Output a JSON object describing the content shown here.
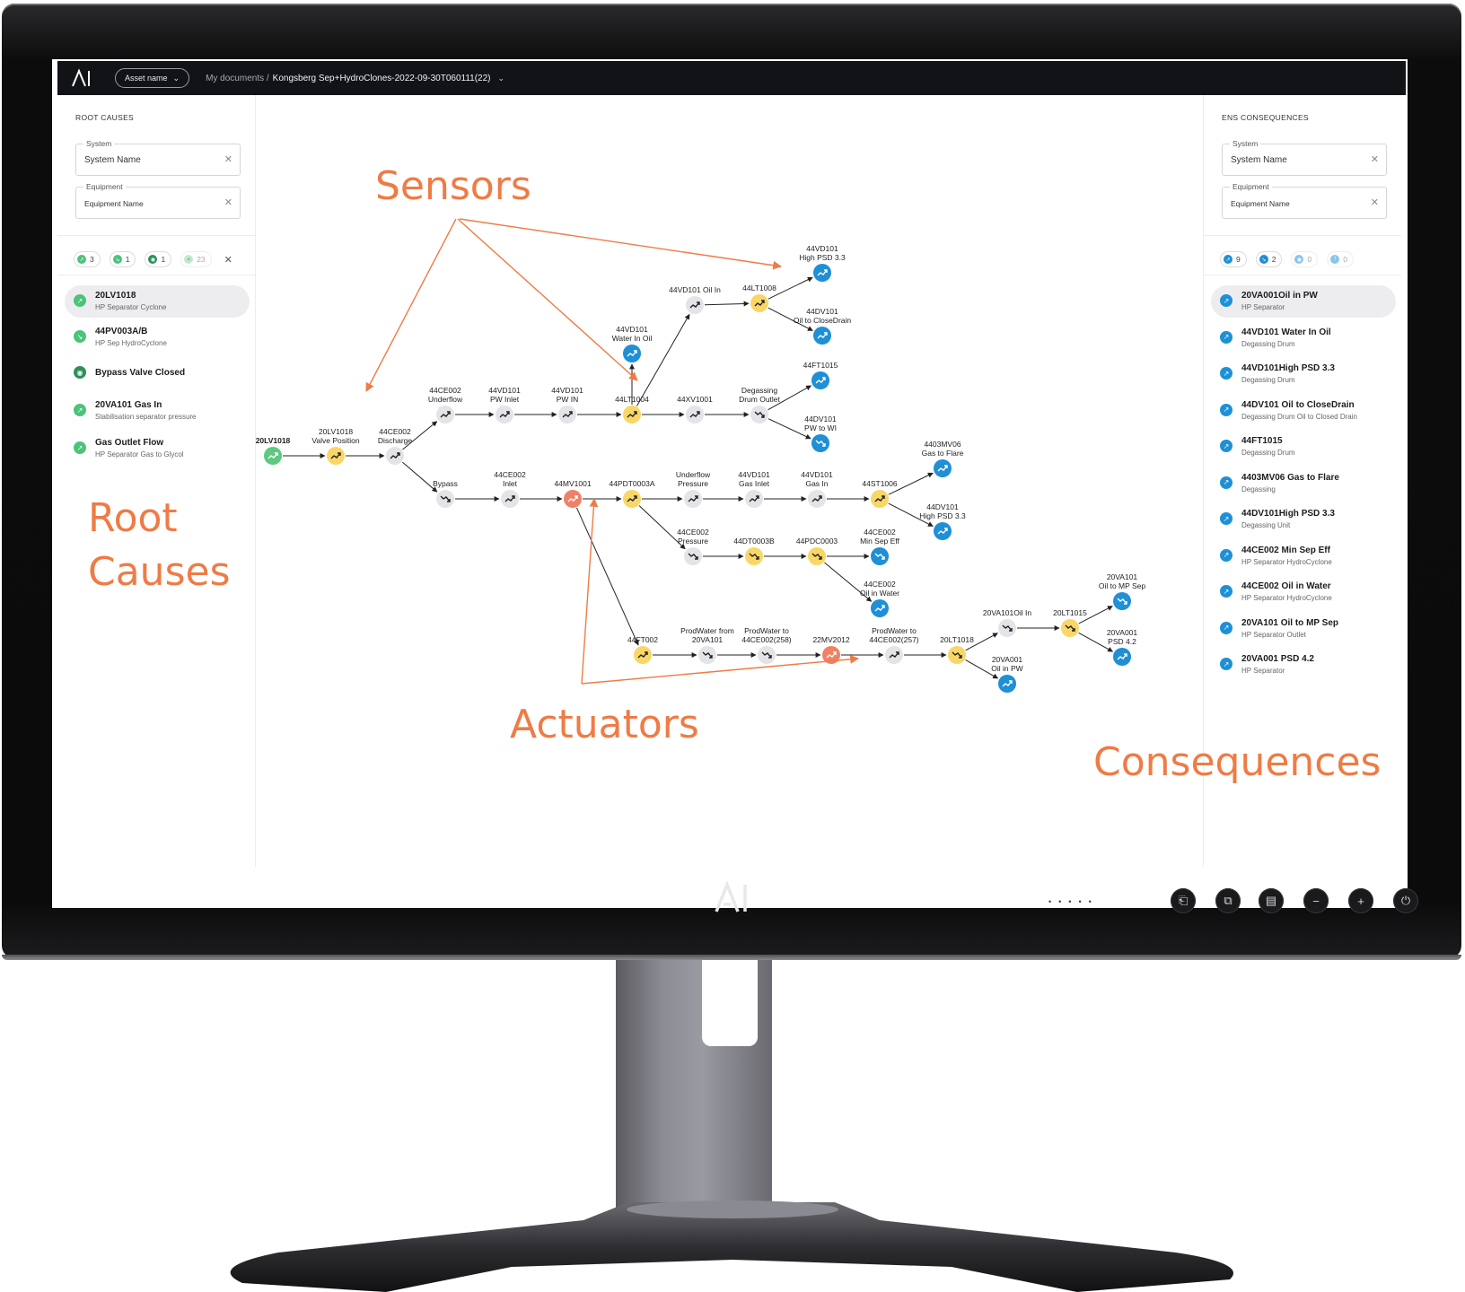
{
  "app": {
    "logo_text": "AI",
    "asset_button": "Asset name",
    "breadcrumb_root": "My documents /",
    "breadcrumb_doc": "Kongsberg Sep+HydroClones-2022-09-30T060111(22)"
  },
  "left_panel": {
    "title": "ROOT CAUSES",
    "system_label": "System",
    "system_value": "System Name",
    "equipment_label": "Equipment",
    "equipment_value": "Equipment Name",
    "chips": [
      {
        "icon": "trend-up-icon",
        "color": "#4cc37a",
        "count": "3"
      },
      {
        "icon": "trend-down-icon",
        "color": "#4cc37a",
        "count": "1"
      },
      {
        "icon": "target-icon",
        "color": "#2f8f5a",
        "count": "1"
      },
      {
        "icon": "close-icon",
        "color": "#a9dcb9",
        "count": "23"
      }
    ],
    "items": [
      {
        "title": "20LV1018",
        "subtitle": "HP Separator Cyclone",
        "icon": "trend-up-icon"
      },
      {
        "title": "44PV003A/B",
        "subtitle": "HP Sep HydroCyclone",
        "icon": "trend-down-icon"
      },
      {
        "title": "Bypass Valve Closed",
        "subtitle": "",
        "icon": "target-icon"
      },
      {
        "title": "20VA101 Gas In",
        "subtitle": "Stabilisation separator pressure",
        "icon": "trend-up-icon"
      },
      {
        "title": "Gas Outlet Flow",
        "subtitle": "HP Separator  Gas to Glycol",
        "icon": "trend-up-icon"
      }
    ]
  },
  "right_panel": {
    "title": "ENS CONSEQUENCES",
    "system_label": "System",
    "system_value": "System Name",
    "equipment_label": "Equipment",
    "equipment_value": "Equipment Name",
    "chips": [
      {
        "icon": "trend-up-icon",
        "color": "#1e90d6",
        "count": "9"
      },
      {
        "icon": "trend-down-icon",
        "color": "#1e90d6",
        "count": "2"
      },
      {
        "icon": "target-icon",
        "color": "#8cc4ea",
        "count": "0"
      },
      {
        "icon": "alert-icon",
        "color": "#8cc4ea",
        "count": "0"
      }
    ],
    "items": [
      {
        "title": "20VA001Oil in PW",
        "subtitle": "HP Separator"
      },
      {
        "title": "44VD101 Water In Oil",
        "subtitle": "Degassing Drum"
      },
      {
        "title": "44VD101High PSD 3.3",
        "subtitle": "Degassing Drum"
      },
      {
        "title": "44DV101 Oil to CloseDrain",
        "subtitle": "Degassing Drum Oil to Closed Drain"
      },
      {
        "title": "44FT1015",
        "subtitle": "Degassing Drum"
      },
      {
        "title": "4403MV06 Gas to Flare",
        "subtitle": "Degassing"
      },
      {
        "title": "44DV101High PSD 3.3",
        "subtitle": "Degassing Unit"
      },
      {
        "title": "44CE002 Min Sep Eff",
        "subtitle": "HP Separator HydroCyclone"
      },
      {
        "title": "44CE002 Oil in Water",
        "subtitle": "HP Separator HydroCyclone"
      },
      {
        "title": "20VA101 Oil to MP Sep",
        "subtitle": "HP Separator Outlet"
      },
      {
        "title": "20VA001 PSD 4.2",
        "subtitle": "HP Separator"
      }
    ]
  },
  "annotations": {
    "sensors": "Sensors",
    "root_causes_line1": "Root",
    "root_causes_line2": "Causes",
    "actuators": "Actuators",
    "consequences": "Consequences"
  },
  "colors": {
    "root": "#5cc97f",
    "sensor": "#f8d768",
    "actuator": "#ef8266",
    "consequence": "#1f8fd6",
    "intermediate": "#e4e4e8",
    "annotation": "#ef7b45"
  },
  "graph": {
    "nodes": [
      {
        "id": "n1",
        "label": [
          "20LV1018"
        ],
        "type": "root",
        "trend": "up"
      },
      {
        "id": "n2",
        "label": [
          "20LV1018",
          "Valve Position"
        ],
        "type": "sensor",
        "trend": "up"
      },
      {
        "id": "n3",
        "label": [
          "44CE002",
          "Discharge"
        ],
        "type": "intermediate",
        "trend": "up"
      },
      {
        "id": "n4",
        "label": [
          "44CE002",
          "Underflow"
        ],
        "type": "intermediate",
        "trend": "up"
      },
      {
        "id": "n5",
        "label": [
          "44VD101",
          "PW Inlet"
        ],
        "type": "intermediate",
        "trend": "up"
      },
      {
        "id": "n6",
        "label": [
          "44VD101",
          "PW IN"
        ],
        "type": "intermediate",
        "trend": "up"
      },
      {
        "id": "n7",
        "label": [
          "44LT1004"
        ],
        "type": "sensor",
        "trend": "up"
      },
      {
        "id": "n8",
        "label": [
          "44VD101",
          "Water In Oil"
        ],
        "type": "consequence",
        "trend": "up"
      },
      {
        "id": "n9",
        "label": [
          "44VD101 Oil In"
        ],
        "type": "intermediate",
        "trend": "up"
      },
      {
        "id": "n10",
        "label": [
          "44LT1008"
        ],
        "type": "sensor",
        "trend": "up"
      },
      {
        "id": "n11",
        "label": [
          "44VD101",
          "High PSD 3.3"
        ],
        "type": "consequence",
        "trend": "up"
      },
      {
        "id": "n12",
        "label": [
          "44DV101",
          "Oil to CloseDrain"
        ],
        "type": "consequence",
        "trend": "up"
      },
      {
        "id": "n13",
        "label": [
          "44XV1001"
        ],
        "type": "intermediate",
        "trend": "up"
      },
      {
        "id": "n14",
        "label": [
          "Degassing",
          "Drum Outlet"
        ],
        "type": "intermediate",
        "trend": "down"
      },
      {
        "id": "n15",
        "label": [
          "44FT1015"
        ],
        "type": "consequence",
        "trend": "up"
      },
      {
        "id": "n16",
        "label": [
          "44DV101",
          "PW to WI"
        ],
        "type": "consequence",
        "trend": "down"
      },
      {
        "id": "n17",
        "label": [
          "Bypass"
        ],
        "type": "intermediate",
        "trend": "down"
      },
      {
        "id": "n18",
        "label": [
          "44CE002",
          "Inlet"
        ],
        "type": "intermediate",
        "trend": "up"
      },
      {
        "id": "n19",
        "label": [
          "44MV1001"
        ],
        "type": "actuator",
        "trend": "up"
      },
      {
        "id": "n20",
        "label": [
          "44PDT0003A"
        ],
        "type": "sensor",
        "trend": "up"
      },
      {
        "id": "n21",
        "label": [
          "Underflow",
          "Pressure"
        ],
        "type": "intermediate",
        "trend": "up"
      },
      {
        "id": "n22",
        "label": [
          "44VD101",
          "Gas Inlet"
        ],
        "type": "intermediate",
        "trend": "up"
      },
      {
        "id": "n23",
        "label": [
          "44VD101",
          "Gas In"
        ],
        "type": "intermediate",
        "trend": "up"
      },
      {
        "id": "n24",
        "label": [
          "44ST1006"
        ],
        "type": "sensor",
        "trend": "up"
      },
      {
        "id": "n25",
        "label": [
          "4403MV06",
          "Gas to Flare"
        ],
        "type": "consequence",
        "trend": "up"
      },
      {
        "id": "n26",
        "label": [
          "44DV101",
          "High PSD 3.3"
        ],
        "type": "consequence",
        "trend": "up"
      },
      {
        "id": "n27",
        "label": [
          "44CE002",
          "Pressure"
        ],
        "type": "intermediate",
        "trend": "down"
      },
      {
        "id": "n28",
        "label": [
          "44DT0003B"
        ],
        "type": "sensor",
        "trend": "down"
      },
      {
        "id": "n29",
        "label": [
          "44PDC0003"
        ],
        "type": "sensor",
        "trend": "down"
      },
      {
        "id": "n30",
        "label": [
          "44CE002",
          "Min Sep Eff"
        ],
        "type": "consequence",
        "trend": "down"
      },
      {
        "id": "n31",
        "label": [
          "44CE002",
          "Oil in Water"
        ],
        "type": "consequence",
        "trend": "up"
      },
      {
        "id": "n32",
        "label": [
          "44FT002"
        ],
        "type": "sensor",
        "trend": "up"
      },
      {
        "id": "n33",
        "label": [
          "ProdWater from",
          "20VA101"
        ],
        "type": "intermediate",
        "trend": "down"
      },
      {
        "id": "n34",
        "label": [
          "ProdWater to",
          "44CE002(258)"
        ],
        "type": "intermediate",
        "trend": "down"
      },
      {
        "id": "n35",
        "label": [
          "22MV2012"
        ],
        "type": "actuator",
        "trend": "up"
      },
      {
        "id": "n36",
        "label": [
          "ProdWater to",
          "44CE002(257)"
        ],
        "type": "intermediate",
        "trend": "up"
      },
      {
        "id": "n37",
        "label": [
          "20LT1018"
        ],
        "type": "sensor",
        "trend": "down"
      },
      {
        "id": "n38",
        "label": [
          "20VA101Oil In"
        ],
        "type": "intermediate",
        "trend": "down"
      },
      {
        "id": "n39",
        "label": [
          "20LT1015"
        ],
        "type": "sensor",
        "trend": "down"
      },
      {
        "id": "n40",
        "label": [
          "20VA101",
          "Oil to MP Sep"
        ],
        "type": "consequence",
        "trend": "down"
      },
      {
        "id": "n41",
        "label": [
          "20VA001",
          "PSD 4.2"
        ],
        "type": "consequence",
        "trend": "up"
      },
      {
        "id": "n42",
        "label": [
          "20VA001",
          "Oil in PW"
        ],
        "type": "consequence",
        "trend": "up"
      }
    ],
    "edges": [
      [
        "n1",
        "n2"
      ],
      [
        "n2",
        "n3"
      ],
      [
        "n3",
        "n4"
      ],
      [
        "n3",
        "n17"
      ],
      [
        "n4",
        "n5"
      ],
      [
        "n5",
        "n6"
      ],
      [
        "n6",
        "n7"
      ],
      [
        "n7",
        "n8"
      ],
      [
        "n7",
        "n9"
      ],
      [
        "n9",
        "n10"
      ],
      [
        "n10",
        "n11"
      ],
      [
        "n10",
        "n12"
      ],
      [
        "n7",
        "n13"
      ],
      [
        "n13",
        "n14"
      ],
      [
        "n14",
        "n15"
      ],
      [
        "n14",
        "n16"
      ],
      [
        "n17",
        "n18"
      ],
      [
        "n18",
        "n19"
      ],
      [
        "n19",
        "n20"
      ],
      [
        "n19",
        "n32"
      ],
      [
        "n20",
        "n21"
      ],
      [
        "n21",
        "n22"
      ],
      [
        "n22",
        "n23"
      ],
      [
        "n23",
        "n24"
      ],
      [
        "n24",
        "n25"
      ],
      [
        "n24",
        "n26"
      ],
      [
        "n20",
        "n27"
      ],
      [
        "n27",
        "n28"
      ],
      [
        "n28",
        "n29"
      ],
      [
        "n29",
        "n30"
      ],
      [
        "n29",
        "n31"
      ],
      [
        "n32",
        "n33"
      ],
      [
        "n33",
        "n34"
      ],
      [
        "n34",
        "n35"
      ],
      [
        "n35",
        "n36"
      ],
      [
        "n36",
        "n37"
      ],
      [
        "n37",
        "n38"
      ],
      [
        "n37",
        "n42"
      ],
      [
        "n38",
        "n39"
      ],
      [
        "n39",
        "n40"
      ],
      [
        "n39",
        "n41"
      ]
    ]
  }
}
